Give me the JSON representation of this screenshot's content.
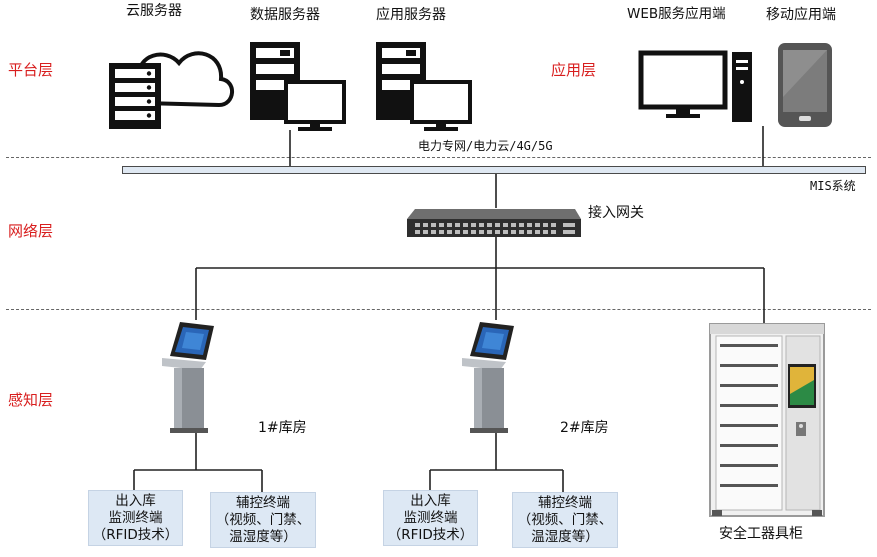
{
  "layers": {
    "platform": "平台层",
    "application": "应用层",
    "network": "网络层",
    "perception": "感知层"
  },
  "devices": {
    "cloud_server": "云服务器",
    "data_server": "数据服务器",
    "app_server": "应用服务器",
    "web_app": "WEB服务应用端",
    "mobile_app": "移动应用端",
    "gateway": "接入网关",
    "tool_cabinet": "安全工器具柜"
  },
  "network": {
    "label": "电力专网/电力云/4G/5G",
    "mis": "MIS系统"
  },
  "warehouses": {
    "wh1": "1#库房",
    "wh2": "2#库房"
  },
  "terminals": {
    "io_1": {
      "line1": "出入库",
      "line2": "监测终端",
      "line3": "（RFID技术）"
    },
    "aux_1": {
      "line1": "辅控终端",
      "line2": "（视频、门禁、",
      "line3": "温湿度等）"
    },
    "io_2": {
      "line1": "出入库",
      "line2": "监测终端",
      "line3": "（RFID技术）"
    },
    "aux_2": {
      "line1": "辅控终端",
      "line2": "（视频、门禁、",
      "line3": "温湿度等）"
    }
  },
  "colors": {
    "layer_label": "#d81e1e",
    "bus_fill": "#dfe8f2",
    "terminal_box": "#dde8f4"
  },
  "icons": {
    "cloud_server": "server-cloud-icon",
    "data_server": "server-monitor-icon",
    "app_server": "server-monitor-icon",
    "web_app": "desktop-pc-icon",
    "mobile_app": "tablet-icon",
    "gateway": "network-switch-icon",
    "kiosk": "kiosk-terminal-icon",
    "cabinet": "tool-cabinet-icon"
  }
}
